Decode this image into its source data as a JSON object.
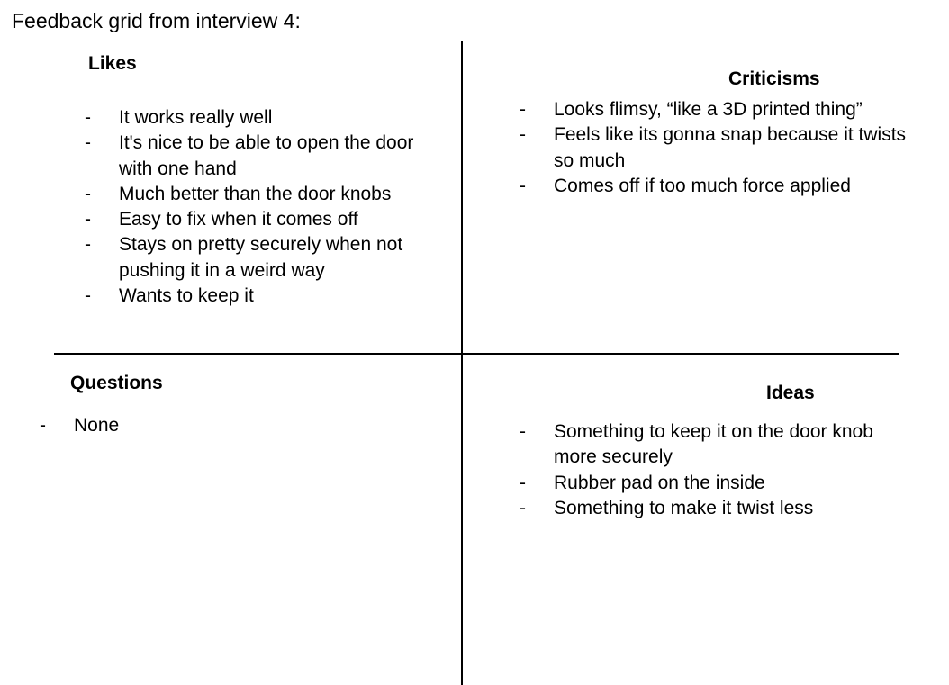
{
  "title": "Feedback grid from interview 4:",
  "quadrants": {
    "likes": {
      "heading": "Likes",
      "items": [
        "It works really well",
        "It's nice to be able to open the door with one hand",
        "Much better than the door knobs",
        "Easy to fix when it comes off",
        "Stays on pretty securely when not pushing it in a weird way",
        "Wants to keep it"
      ]
    },
    "criticisms": {
      "heading": "Criticisms",
      "items": [
        "Looks flimsy, “like a 3D printed thing”",
        "Feels like its gonna snap because it twists so much",
        "Comes off if too much force applied"
      ]
    },
    "questions": {
      "heading": "Questions",
      "items": [
        "None"
      ]
    },
    "ideas": {
      "heading": "Ideas",
      "items": [
        "Something to keep it on the door knob more securely",
        "Rubber pad on the inside",
        "Something to make it twist less"
      ]
    }
  },
  "bullet": "-"
}
